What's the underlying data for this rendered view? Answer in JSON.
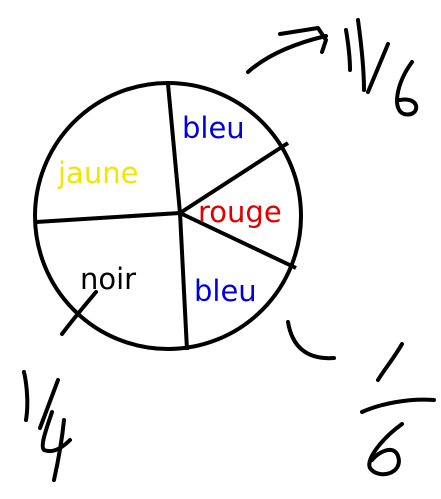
{
  "spinner": {
    "sectors": [
      {
        "label": "jaune",
        "color": "#f2e600"
      },
      {
        "label": "bleu",
        "color": "#0000e0"
      },
      {
        "label": "rouge",
        "color": "#e00000"
      },
      {
        "label": "bleu",
        "color": "#0000e0"
      },
      {
        "label": "noir",
        "color": "#000000"
      }
    ]
  },
  "annotations": {
    "top_right_fraction": {
      "numerator": "1",
      "denominator": "6"
    },
    "bottom_right_fraction": {
      "numerator": "1",
      "denominator": "6"
    },
    "bottom_left_fraction": {
      "numerator": "1",
      "denominator": "4"
    }
  }
}
